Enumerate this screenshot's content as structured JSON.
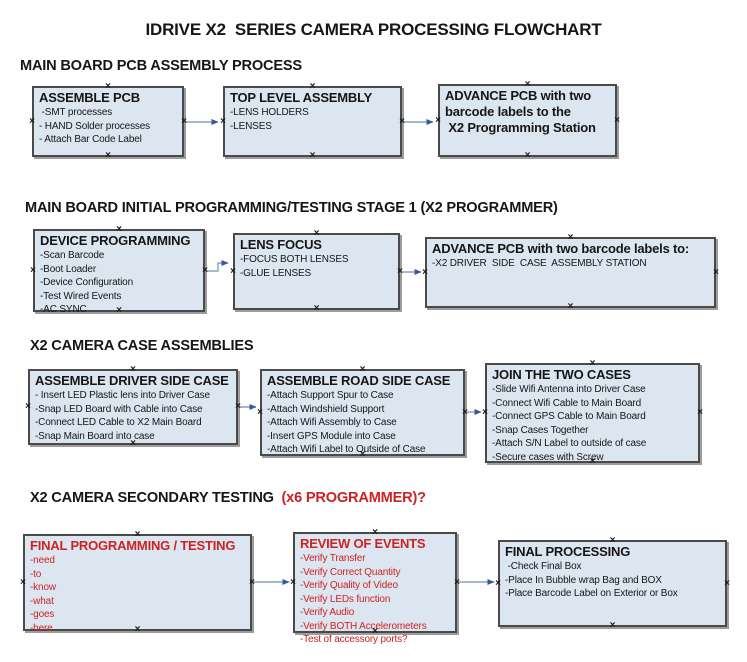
{
  "title": "IDRIVE X2  SERIES CAMERA PROCESSING FLOWCHART",
  "colors": {
    "box_fill": "#dce6f1",
    "box_border": "#4a4a4a",
    "arrow_line": "#8aa0bc",
    "arrow_head": "#33589f",
    "red_text": "#cc2222"
  },
  "sections": [
    {
      "heading": "MAIN BOARD PCB ASSEMBLY PROCESS",
      "heading_red": "",
      "boxes": [
        {
          "title": "ASSEMBLE PCB",
          "items": [
            " -SMT processes",
            "- HAND Solder processes",
            "- Attach Bar Code Label"
          ]
        },
        {
          "title": "TOP LEVEL ASSEMBLY",
          "items": [
            "-LENS HOLDERS",
            "-LENSES"
          ]
        },
        {
          "title": "ADVANCE PCB with two\nbarcode labels to the\n X2 Programming Station",
          "items": []
        }
      ]
    },
    {
      "heading": "MAIN BOARD INITIAL PROGRAMMING/TESTING STAGE 1 (X2 PROGRAMMER)",
      "heading_red": "",
      "boxes": [
        {
          "title": "DEVICE PROGRAMMING",
          "items": [
            "-Scan Barcode",
            "-Boot Loader",
            "-Device Configuration",
            "-Test Wired Events",
            "-AC SYNC"
          ]
        },
        {
          "title": "LENS FOCUS",
          "items": [
            "-FOCUS BOTH LENSES",
            "-GLUE LENSES"
          ]
        },
        {
          "title": "ADVANCE PCB with two barcode labels to:",
          "items": [
            "-X2 DRIVER  SIDE  CASE  ASSEMBLY STATION"
          ]
        }
      ]
    },
    {
      "heading": "X2 CAMERA CASE ASSEMBLIES",
      "heading_red": "",
      "boxes": [
        {
          "title": "ASSEMBLE DRIVER SIDE CASE",
          "items": [
            "- Insert LED Plastic lens into Driver Case",
            "-Snap LED Board with Cable into Case",
            "-Connect LED Cable to X2 Main Board",
            "-Snap Main Board into case"
          ]
        },
        {
          "title": "ASSEMBLE ROAD SIDE CASE",
          "items": [
            "-Attach Support Spur to Case",
            "-Attach Windshield Support",
            "-Attach Wifi Assembly to Case",
            "-Insert GPS Module into Case",
            "-Attach Wifi Label to Outside of Case"
          ]
        },
        {
          "title": "JOIN THE TWO CASES",
          "items": [
            "-Slide Wifi Antenna into Driver Case",
            "-Connect Wifi Cable to Main Board",
            "-Connect GPS Cable to Main Board",
            "-Snap Cases Together",
            "-Attach S/N Label to outside of case",
            "-Secure cases with Screw"
          ]
        }
      ]
    },
    {
      "heading": "X2 CAMERA SECONDARY TESTING  ",
      "heading_red": "(x6 PROGRAMMER)?",
      "boxes": [
        {
          "title": "FINAL PROGRAMMING / TESTING",
          "items": [
            "-need",
            "-to",
            "-know",
            "-what",
            "-goes",
            "-here"
          ]
        },
        {
          "title": "REVIEW OF EVENTS",
          "items": [
            "-Verify Transfer",
            "-Verify Correct Quantity",
            "-Verify Quality of Video",
            "-Verify LEDs function",
            "-Verify Audio",
            "-Verify BOTH Accelerometers",
            "-Test of accessory ports?"
          ]
        },
        {
          "title": "FINAL PROCESSING",
          "items": [
            " -Check Final Box",
            "-Place In Bubble wrap Bag and BOX",
            "-Place Barcode Label on Exterior or Box"
          ]
        }
      ]
    }
  ]
}
